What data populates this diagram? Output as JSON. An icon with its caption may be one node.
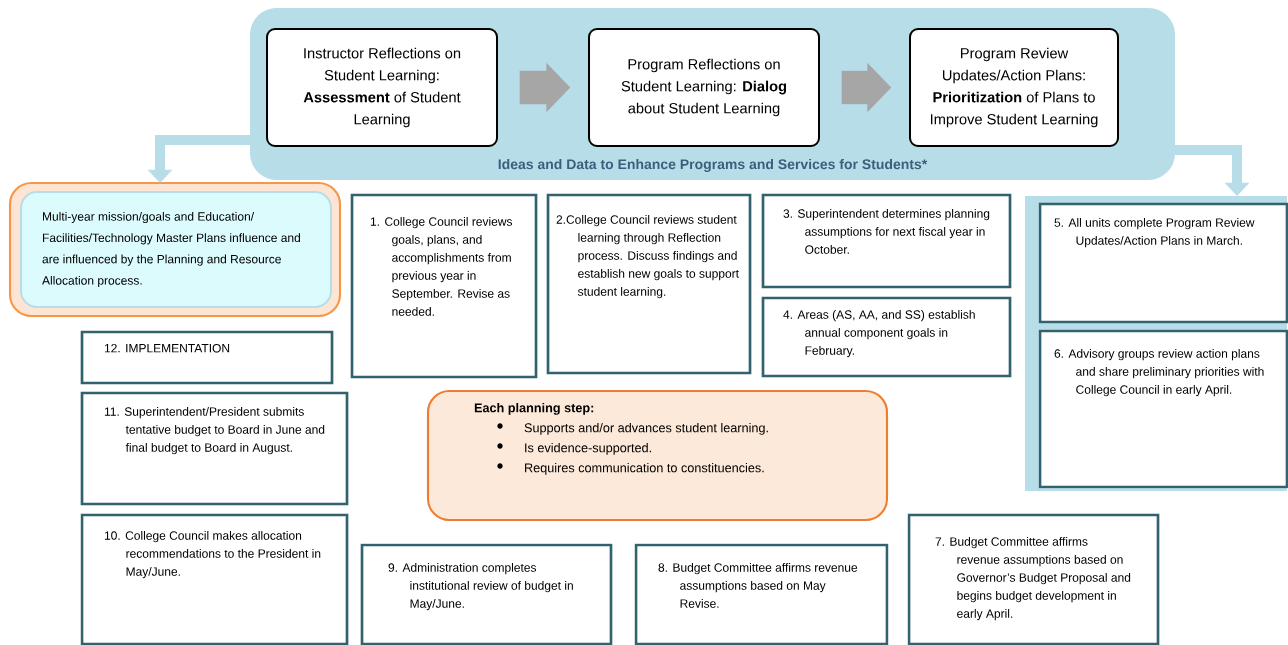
{
  "diagram": {
    "nodes": [
      {
        "text": [
          "Ideas and Data to Enhance Programs and Services for Students*"
        ]
      },
      {
        "text": [
          "Instructor Reflections on Student Learning: **Assessment** of Student Learning"
        ],
        "in": 0
      },
      {
        "text": [
          "Program Reflections on Student Learning: **Dialog** about Student Learning"
        ],
        "in": 0
      },
      {
        "text": [
          "Program Review Updates/Action Plans: **Prioritization** of Plans to Improve Student Learning"
        ],
        "in": 0
      },
      {
        "text": [
          "Multi-year mission/goals and Education/ Facilities/Technology Master Plans influence and are influenced by the Planning and Resource Allocation process."
        ]
      },
      {
        "text": [
          "1. College Council reviews goals, plans, and accomplishments from previous year in September. Revise as needed."
        ]
      },
      {
        "text": [
          "2.College Council reviews student learning through Reflection process. Discuss findings and establish new goals to support student learning."
        ]
      },
      {
        "text": [
          "3. Superintendent determines planning assumptions for next fiscal year in October."
        ]
      },
      {
        "text": [
          "4. Areas (AS, AA, and SS) establish annual component goals in February."
        ]
      },
      {
        "text": [],
        "shape": "box"
      },
      {
        "text": [
          "5. All units complete Program Review Updates/Action Plans in March."
        ],
        "in": 9
      },
      {
        "text": [
          "6. Advisory groups review action plans and share preliminary priorities with College Council in early April."
        ],
        "in": 9
      },
      {
        "text": [
          "12. IMPLEMENTATION"
        ]
      },
      {
        "text": [
          "11. Superintendent/President submits tentative budget to Board in June and final budget to Board in August."
        ]
      },
      {
        "text": [
          "Each planning step:",
          "Supports and/or advances student learning.",
          "Is evidence-supported.",
          "Requires communication to constituencies."
        ]
      },
      {
        "text": [
          "10. College Council makes allocation recommendations to the President in May/June."
        ]
      },
      {
        "text": [
          "9. Administration completes institutional review of budget in May/June."
        ]
      },
      {
        "text": [
          "8. Budget Committee affirms revenue assumptions based on May Revise."
        ]
      },
      {
        "text": [
          "7. Budget Committee affirms revenue assumptions based on Governor’s Budget Proposal and begins budget development in early April."
        ]
      }
    ],
    "edges": [
      {
        "from": 1,
        "to": 2,
        "arrow": "to",
        "style": "thick",
        "color": "#a6a6a6"
      },
      {
        "from": 2,
        "to": 3,
        "arrow": "to",
        "style": "thick",
        "color": "#a6a6a6"
      },
      {
        "from": 0,
        "to": 4,
        "arrow": "to",
        "color": "#b7dde8"
      },
      {
        "from": 0,
        "to": 9,
        "arrow": "to",
        "color": "#b7dde8"
      }
    ]
  }
}
